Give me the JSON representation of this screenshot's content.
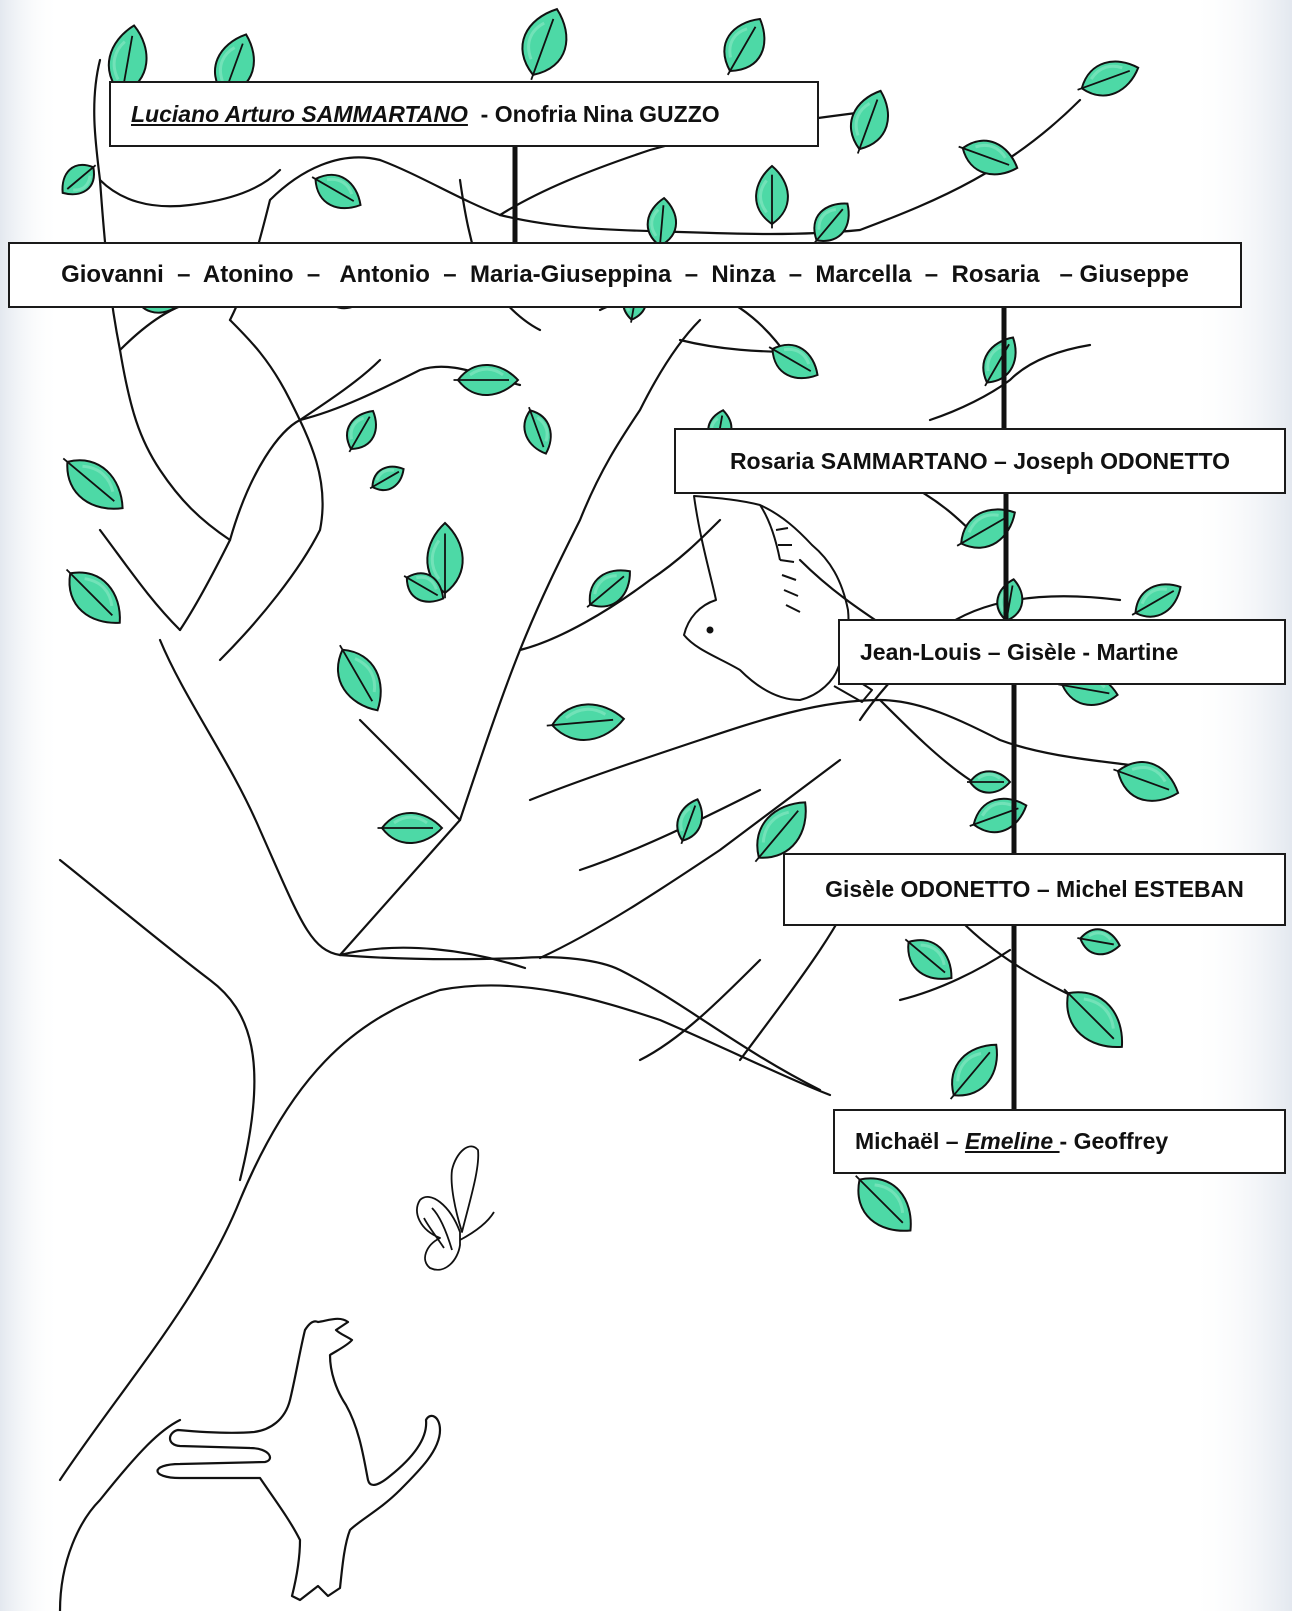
{
  "colors": {
    "leaf": "#4dd9a6",
    "leaf_highlight": "#8ce8c4",
    "ink": "#111111",
    "background": "#ffffff",
    "edge_shadow": "#e8ecf2"
  },
  "icons": [
    "leaf-icon",
    "bird-icon",
    "butterfly-icon",
    "cat-icon"
  ],
  "generations": {
    "founders": {
      "husband": "Luciano Arturo SAMMARTANO",
      "separator": "  - ",
      "wife": "Onofria Nina GUZZO"
    },
    "children": {
      "text": "Giovanni  –  Atonino  –   Antonio  –  Maria-Giuseppina  –  Ninza  –  Marcella  –  Rosaria   – Giuseppe"
    },
    "rosaria_couple": {
      "text": "Rosaria SAMMARTANO – Joseph ODONETTO"
    },
    "odonetto_children": {
      "text": "Jean-Louis – Gisèle - Martine"
    },
    "gisele_couple": {
      "text": "Gisèle ODONETTO – Michel ESTEBAN"
    },
    "esteban_children": {
      "first": "Michaël – ",
      "highlight": "Emeline ",
      "last": "- Geoffrey"
    }
  }
}
